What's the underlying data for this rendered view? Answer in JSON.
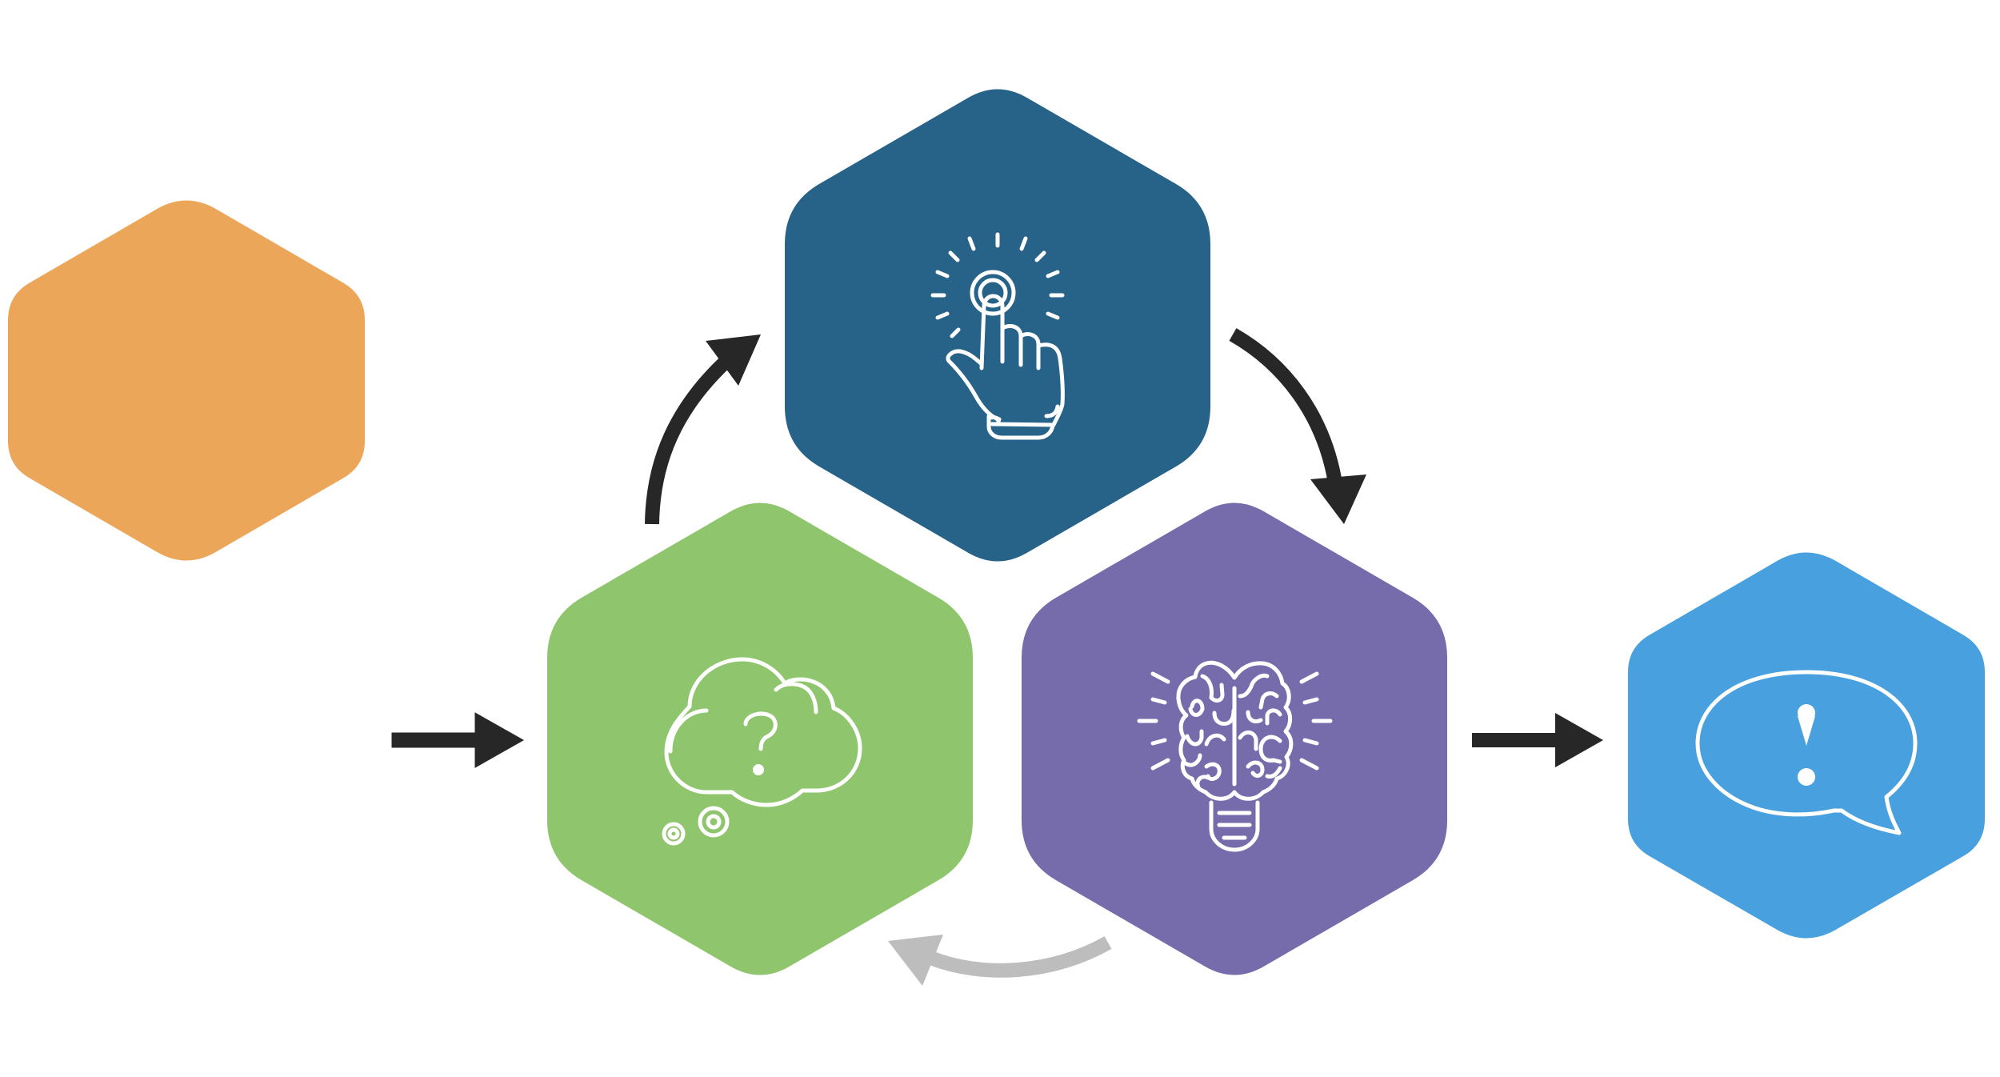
{
  "colors": {
    "background": "#ffffff",
    "observe": "#eca659",
    "wonder": "#8fc56d",
    "act": "#276289",
    "think": "#766cab",
    "insight": "#49a0df",
    "arrow_dark": "#272727",
    "arrow_light": "#bdbdbd",
    "icon": "#ffffff"
  },
  "nodes": [
    {
      "id": "observe",
      "icon": "eye-icon"
    },
    {
      "id": "wonder",
      "icon": "thought-cloud-question-icon"
    },
    {
      "id": "act",
      "icon": "pointing-hand-tap-icon"
    },
    {
      "id": "think",
      "icon": "brain-lightbulb-icon"
    },
    {
      "id": "insight",
      "icon": "speech-bubble-exclamation-icon"
    }
  ],
  "connectors": [
    {
      "from": "observe",
      "to": "wonder",
      "style": "straight-arrow",
      "color": "dark"
    },
    {
      "from": "wonder",
      "to": "act",
      "style": "curved-arrow",
      "color": "dark"
    },
    {
      "from": "act",
      "to": "think",
      "style": "curved-arrow",
      "color": "dark"
    },
    {
      "from": "think",
      "to": "wonder",
      "style": "curved-arrow",
      "color": "light"
    },
    {
      "from": "think",
      "to": "insight",
      "style": "straight-arrow",
      "color": "dark"
    }
  ]
}
